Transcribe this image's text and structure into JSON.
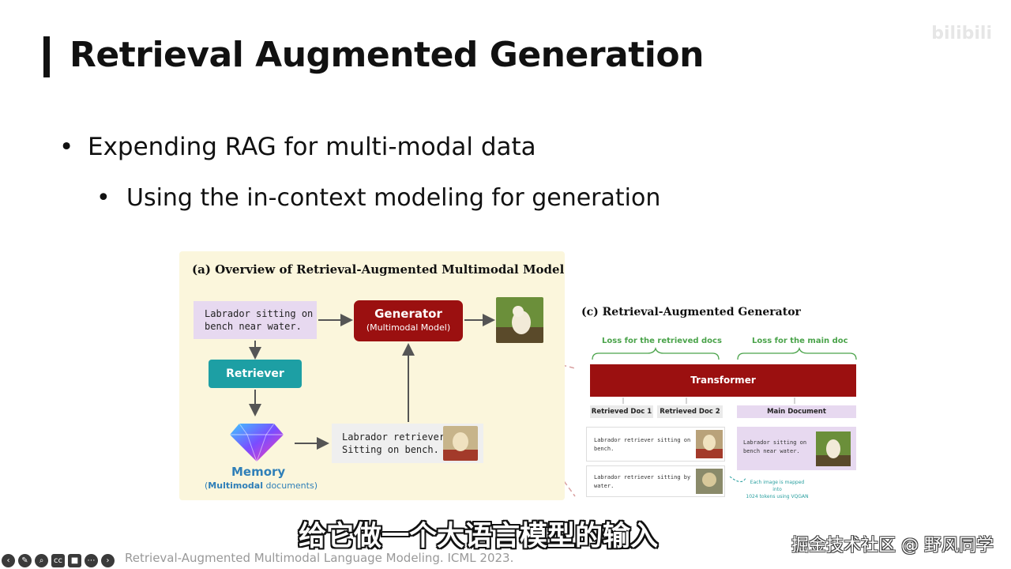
{
  "slide": {
    "title": "Retrieval Augmented Generation",
    "bullets": [
      {
        "text": "Expending RAG for multi-modal data"
      },
      {
        "text": "Using the in-context modeling for generation"
      }
    ],
    "bullet_glyph": "•",
    "citation": "Retrieval-Augmented Multimodal Language Modeling. ICML 2023."
  },
  "figure_a": {
    "title": "(a) Overview of Retrieval-Augmented Multimodal Model",
    "query_line1": "Labrador sitting on",
    "query_line2": "bench near water.",
    "generator_title": "Generator",
    "generator_sub": "(Multimodal Model)",
    "retriever": "Retriever",
    "retrieved_line1": "Labrador retriever",
    "retrieved_line2": "Sitting on bench.",
    "memory_title": "Memory",
    "memory_sub_bold": "Multimodal",
    "memory_sub_rest": " documents)",
    "memory_sub_open": "("
  },
  "figure_c": {
    "title": "(c) Retrieval-Augmented Generator",
    "loss_retrieved": "Loss for the retrieved docs",
    "loss_main": "Loss for the main doc",
    "transformer": "Transformer",
    "tag_doc1": "Retrieved Doc 1",
    "tag_doc2": "Retrieved Doc 2",
    "tag_main": "Main Document",
    "doc1_line1": "Labrador retriever sitting on",
    "doc1_line2": "bench.",
    "doc2_line1": "Labrador retriever sitting by",
    "doc2_line2": "water.",
    "main_line1": "Labrador sitting on",
    "main_line2": "bench near water.",
    "note_line1": "Each image is mapped into",
    "note_line2": "1024 tokens using VQGAN"
  },
  "overlay": {
    "subtitle": "给它做一个大语言模型的输入",
    "watermark_bottom": "掘金技术社区 @ 野风同学",
    "watermark_top": "bilibili"
  },
  "player_controls": [
    {
      "icon": "back-icon",
      "glyph": "‹"
    },
    {
      "icon": "pen-icon",
      "glyph": "✎"
    },
    {
      "icon": "zoom-icon",
      "glyph": "⌕"
    },
    {
      "icon": "captions-icon",
      "glyph": "cc"
    },
    {
      "icon": "camera-icon",
      "glyph": "■"
    },
    {
      "icon": "more-icon",
      "glyph": "⋯"
    },
    {
      "icon": "forward-icon",
      "glyph": "›"
    }
  ],
  "colors": {
    "generator": "#9b1010",
    "retriever": "#1d9fa4",
    "figure_bg": "#fbf6dc",
    "query_bg": "#e7d9f0",
    "loss_green": "#4aa34a",
    "memory_blue": "#2f7fb8"
  }
}
